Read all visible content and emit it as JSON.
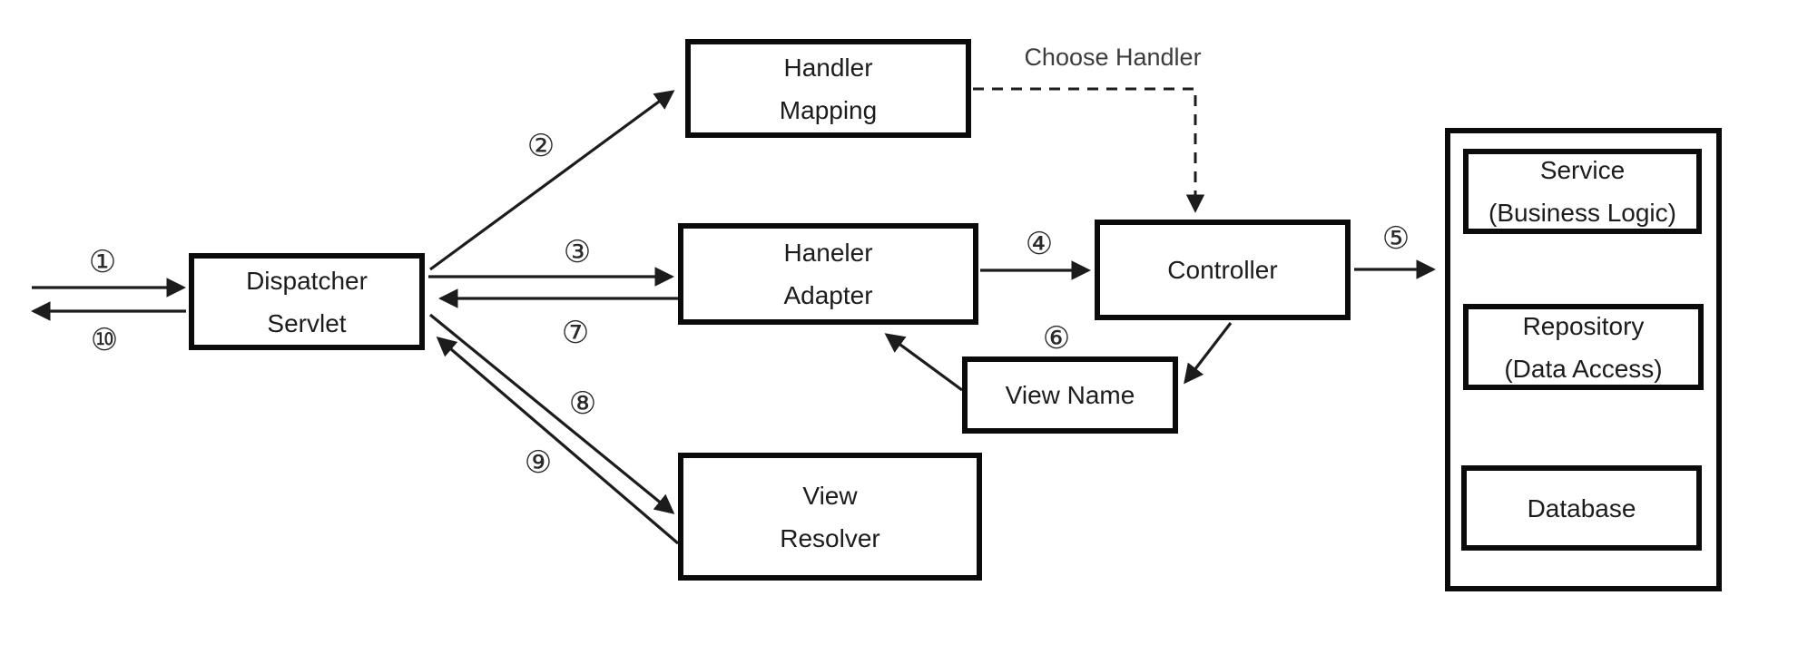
{
  "nodes": {
    "dispatcher_servlet": {
      "lines": [
        "Dispatcher",
        "Servlet"
      ]
    },
    "handler_mapping": {
      "lines": [
        "Handler",
        "Mapping"
      ]
    },
    "handler_adapter": {
      "lines": [
        "Haneler",
        "Adapter"
      ]
    },
    "controller": {
      "label": "Controller"
    },
    "view_name": {
      "label": "View Name"
    },
    "view_resolver": {
      "lines": [
        "View",
        "Resolver"
      ]
    },
    "service": {
      "lines": [
        "Service",
        "(Business Logic)"
      ]
    },
    "repository": {
      "lines": [
        "Repository",
        "(Data Access)"
      ]
    },
    "database": {
      "label": "Database"
    }
  },
  "annotations": {
    "choose_handler": "Choose Handler"
  },
  "steps": {
    "1": "①",
    "2": "②",
    "3": "③",
    "4": "④",
    "5": "⑤",
    "6": "⑥",
    "7": "⑦",
    "8": "⑧",
    "9": "⑨",
    "10": "⑩"
  },
  "colors": {
    "ink": "#1c1c1c",
    "paper": "#ffffff",
    "muted_text": "#3c3c3c"
  }
}
